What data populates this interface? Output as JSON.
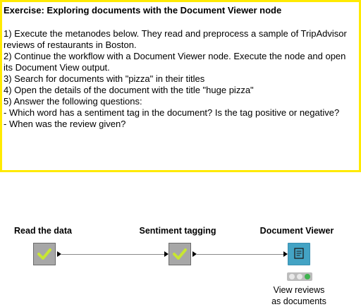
{
  "annotation": {
    "title": "Exercise: Exploring documents with the Document Viewer node",
    "lines": [
      "1) Execute the metanodes below. They read and preprocess a sample of TripAdvisor reviews of restaurants in Boston.",
      "2) Continue the workflow with a Document Viewer node. Execute the node and open its Document View output.",
      "3) Search for documents with \"pizza\" in their titles",
      "4) Open the details of the document with the title \"huge pizza\"",
      "5) Answer the following questions:",
      "- Which word has a sentiment tag in the document? Is the tag positive or negative?",
      "- When was the review given?"
    ],
    "border_color": "#ffea00"
  },
  "nodes": [
    {
      "label": "Read the data",
      "kind": "metanode",
      "icon": "check-icon",
      "status": "executed"
    },
    {
      "label": "Sentiment tagging",
      "kind": "metanode",
      "icon": "check-icon",
      "status": "executed"
    },
    {
      "label": "Document Viewer",
      "kind": "view-node",
      "icon": "document-icon",
      "description_line1": "View reviews",
      "description_line2": "as documents",
      "status": "configured"
    }
  ],
  "colors": {
    "metanode": "#a7a7a7",
    "viewer": "#43a3c4",
    "check": "#c8e632",
    "status_green": "#3fb34f"
  }
}
